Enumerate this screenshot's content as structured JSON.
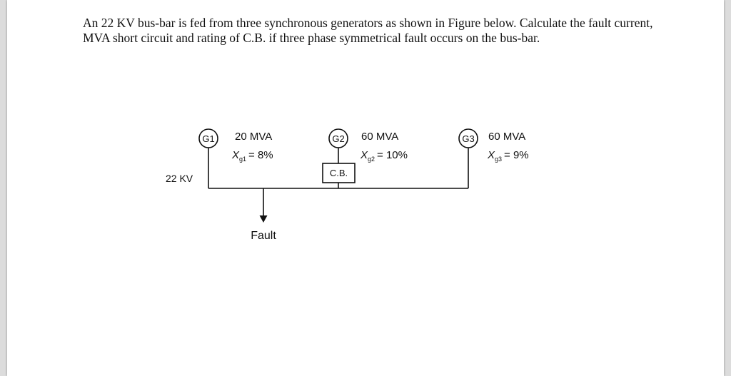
{
  "question": {
    "text": "An 22 KV bus-bar is fed from three synchronous generators as shown in Figure below. Calculate the fault current, MVA short circuit and rating of C.B. if three phase symmetrical fault occurs on the bus-bar."
  },
  "diagram": {
    "bus_label": "22 KV",
    "generators": [
      {
        "id": "G1",
        "rating": "20 MVA",
        "x_symbol": "X",
        "x_sub": "g1",
        "x_value": "= 8%"
      },
      {
        "id": "G2",
        "rating": "60 MVA",
        "x_symbol": "X",
        "x_sub": "g2",
        "x_value": "= 10%"
      },
      {
        "id": "G3",
        "rating": "60 MVA",
        "x_symbol": "X",
        "x_sub": "g3",
        "x_value": "= 9%"
      }
    ],
    "breaker_label": "C.B.",
    "fault_label": "Fault"
  }
}
